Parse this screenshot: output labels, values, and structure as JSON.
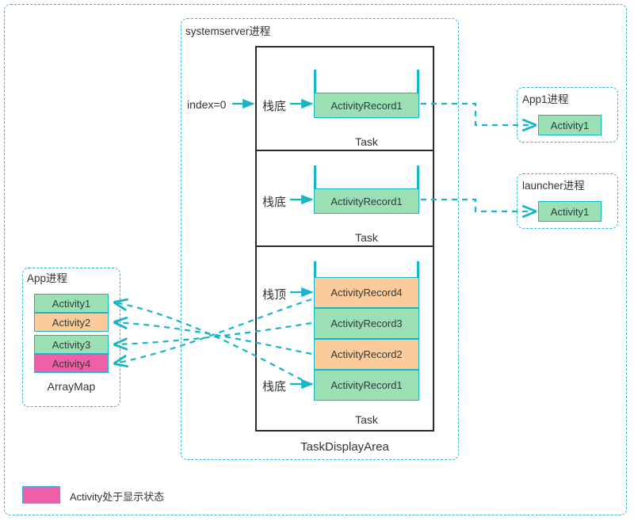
{
  "colors": {
    "green": "#9BE0B4",
    "orange": "#FBCB9B",
    "pink": "#EE5FA7",
    "cyan_border": "#16B6C8",
    "dashed_container": "#2BB8D4",
    "black_box": "#2b2b2b",
    "text": "#333333"
  },
  "containers": {
    "systemserver": {
      "label": "systemserver进程"
    },
    "app_left": {
      "label": "App进程",
      "caption": "ArrayMap"
    },
    "app1_right": {
      "label": "App1进程"
    },
    "launcher_right": {
      "label": "launcher进程"
    }
  },
  "task_display_area": {
    "caption": "TaskDisplayArea",
    "tasks": [
      {
        "caption": "Task",
        "stack_pointer_label": "栈底",
        "index_label": "index=0",
        "records": [
          {
            "name": "ActivityRecord1",
            "color": "green"
          }
        ]
      },
      {
        "caption": "Task",
        "stack_pointer_label": "栈底",
        "records": [
          {
            "name": "ActivityRecord1",
            "color": "green"
          }
        ]
      },
      {
        "caption": "Task",
        "top_pointer_label": "栈顶",
        "bottom_pointer_label": "栈底",
        "records": [
          {
            "name": "ActivityRecord4",
            "color": "orange"
          },
          {
            "name": "ActivityRecord3",
            "color": "green"
          },
          {
            "name": "ActivityRecord2",
            "color": "orange"
          },
          {
            "name": "ActivityRecord1",
            "color": "green"
          }
        ]
      }
    ]
  },
  "arraymap": {
    "caption": "ArrayMap",
    "entries": [
      {
        "name": "Activity1",
        "color": "green"
      },
      {
        "name": "Activity2",
        "color": "orange"
      },
      {
        "name": "Activity3",
        "color": "green"
      },
      {
        "name": "Activity4",
        "color": "pink"
      }
    ]
  },
  "right_processes": [
    {
      "label": "App1进程",
      "activity": "Activity1",
      "color": "green"
    },
    {
      "label": "launcher进程",
      "activity": "Activity1",
      "color": "green"
    }
  ],
  "legend": {
    "swatch_color": "#EE5FA7",
    "text": "Activity处于显示状态"
  }
}
